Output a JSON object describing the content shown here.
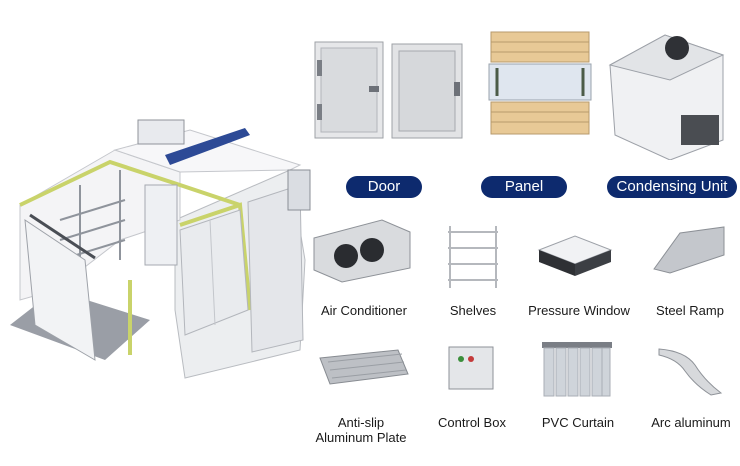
{
  "top_items": [
    {
      "label": "Door"
    },
    {
      "label": "Panel"
    },
    {
      "label": "Condensing Unit"
    }
  ],
  "accessories": [
    {
      "label": "Air Conditioner"
    },
    {
      "label": "Shelves"
    },
    {
      "label": "Pressure Window"
    },
    {
      "label": "Steel Ramp"
    },
    {
      "label": "Anti-slip Aluminum Plate"
    },
    {
      "label": "Control Box"
    },
    {
      "label": "PVC Curtain"
    },
    {
      "label": "Arc aluminum"
    }
  ],
  "colors": {
    "pill_bg": "#0d2a6e",
    "pill_text": "#ffffff",
    "frame_accent": "#c9d36a"
  }
}
